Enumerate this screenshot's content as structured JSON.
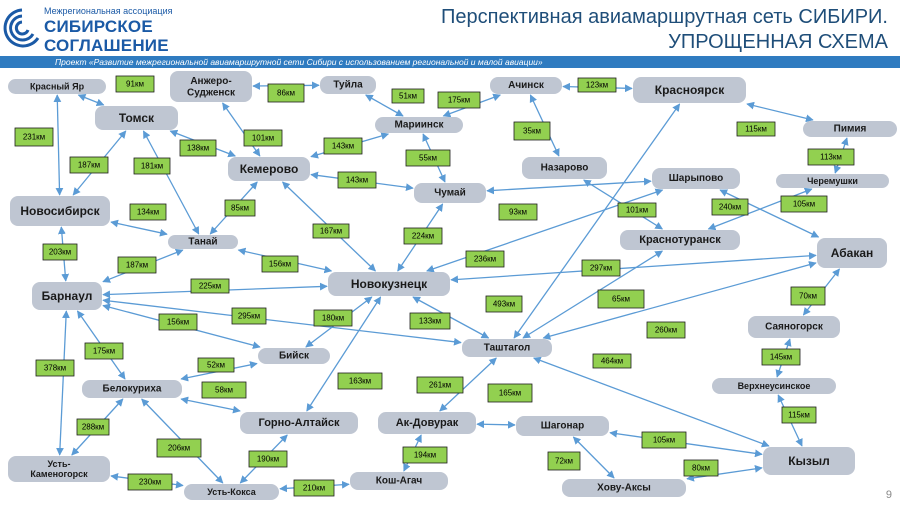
{
  "header": {
    "org_small": "Межрегиональная ассоциация",
    "org_line1": "СИБИРСКОЕ",
    "org_line2": "СОГЛАШЕНИЕ",
    "title_line1": "Перспективная авиамаршрутная сеть СИБИРИ.",
    "title_line2": "УПРОЩЕННАЯ СХЕМА",
    "subtitle": "Проект «Развитие межрегиональной авиамаршрутной сети Сибири с использованием региональной и малой авиации»"
  },
  "page_number": "9",
  "colors": {
    "node_fill": "#bfc6d2",
    "label_fill": "#92d050",
    "edge": "#5b9bd5",
    "title": "#1f4e79",
    "brand": "#1b5aa6"
  },
  "nodes": [
    {
      "id": "krasny_yar",
      "label": "Красный Яр"
    },
    {
      "id": "tomsk",
      "label": "Томск"
    },
    {
      "id": "anzhero",
      "label": "Анжеро-\nСудженск"
    },
    {
      "id": "tuyla",
      "label": "Туйла"
    },
    {
      "id": "achinsk",
      "label": "Ачинск"
    },
    {
      "id": "krasnoyarsk",
      "label": "Красноярск"
    },
    {
      "id": "mariinsk",
      "label": "Мариинск"
    },
    {
      "id": "pimiya",
      "label": "Пимия"
    },
    {
      "id": "kemerovo",
      "label": "Кемерово"
    },
    {
      "id": "nazarovo",
      "label": "Назарово"
    },
    {
      "id": "cheremushki",
      "label": "Черемушки"
    },
    {
      "id": "chumay",
      "label": "Чумай"
    },
    {
      "id": "sharypovo",
      "label": "Шарыпово"
    },
    {
      "id": "novosibirsk",
      "label": "Новосибирск"
    },
    {
      "id": "tanay",
      "label": "Танай"
    },
    {
      "id": "krasnoturansk",
      "label": "Краснотуранск"
    },
    {
      "id": "abakan",
      "label": "Абакан"
    },
    {
      "id": "novokuznetsk",
      "label": "Новокузнецк"
    },
    {
      "id": "barnaul",
      "label": "Барнаул"
    },
    {
      "id": "sayanogorsk",
      "label": "Саяногорск"
    },
    {
      "id": "tashtagol",
      "label": "Таштагол"
    },
    {
      "id": "biysk",
      "label": "Бийск"
    },
    {
      "id": "belokurikha",
      "label": "Белокуриха"
    },
    {
      "id": "verkhneusinskoe",
      "label": "Верхнеусинское"
    },
    {
      "id": "gorno_altaysk",
      "label": "Горно-Алтайск"
    },
    {
      "id": "ak_dovurak",
      "label": "Ак-Довурак"
    },
    {
      "id": "shagonar",
      "label": "Шагонар"
    },
    {
      "id": "ust_kamenogorsk",
      "label": "Усть-\nКаменогорск"
    },
    {
      "id": "kyzyl",
      "label": "Кызыл"
    },
    {
      "id": "kosh_agach",
      "label": "Кош-Агач"
    },
    {
      "id": "khovu_aksy",
      "label": "Хову-Аксы"
    },
    {
      "id": "ust_koksa",
      "label": "Усть-Кокса"
    }
  ],
  "edges": [
    {
      "from": "krasny_yar",
      "to": "tomsk",
      "label": "91км"
    },
    {
      "from": "krasny_yar",
      "to": "novosibirsk",
      "label": "231км"
    },
    {
      "from": "tomsk",
      "to": "novosibirsk",
      "label": "187км"
    },
    {
      "from": "tomsk",
      "to": "tanay",
      "label": "181км"
    },
    {
      "from": "tomsk",
      "to": "kemerovo",
      "label": "138км"
    },
    {
      "from": "anzhero",
      "to": "tuyla",
      "label": "86км"
    },
    {
      "from": "anzhero",
      "to": "kemerovo",
      "label": "101км"
    },
    {
      "from": "tuyla",
      "to": "mariinsk",
      "label": "51км"
    },
    {
      "from": "mariinsk",
      "to": "achinsk",
      "label": "175км"
    },
    {
      "from": "achinsk",
      "to": "krasnoyarsk",
      "label": "123км"
    },
    {
      "from": "achinsk",
      "to": "nazarovo",
      "label": "35км"
    },
    {
      "from": "krasnoyarsk",
      "to": "pimiya",
      "label": "115км"
    },
    {
      "from": "pimiya",
      "to": "cheremushki",
      "label": "113км"
    },
    {
      "from": "kemerovo",
      "to": "mariinsk",
      "label": "143км"
    },
    {
      "from": "kemerovo",
      "to": "chumay",
      "label": "143км"
    },
    {
      "from": "mariinsk",
      "to": "chumay",
      "label": "55км"
    },
    {
      "from": "chumay",
      "to": "sharypovo",
      "label": "93км"
    },
    {
      "from": "nazarovo",
      "to": "krasnoturansk",
      "label": "101км"
    },
    {
      "from": "sharypovo",
      "to": "abakan",
      "label": "240км"
    },
    {
      "from": "krasnoturansk",
      "to": "cheremushki",
      "label": "105км"
    },
    {
      "from": "kemerovo",
      "to": "tanay",
      "label": "85км"
    },
    {
      "from": "kemerovo",
      "to": "novokuznetsk",
      "label": "167км"
    },
    {
      "from": "novosibirsk",
      "to": "tanay",
      "label": "134км"
    },
    {
      "from": "novosibirsk",
      "to": "barnaul",
      "label": "203км"
    },
    {
      "from": "tanay",
      "to": "barnaul",
      "label": "187км"
    },
    {
      "from": "tanay",
      "to": "novokuznetsk",
      "label": "156км"
    },
    {
      "from": "chumay",
      "to": "novokuznetsk",
      "label": "224км"
    },
    {
      "from": "novokuznetsk",
      "to": "sharypovo",
      "label": "236км"
    },
    {
      "from": "novokuznetsk",
      "to": "abakan",
      "label": "297км"
    },
    {
      "from": "barnaul",
      "to": "novokuznetsk",
      "label": "225км"
    },
    {
      "from": "barnaul",
      "to": "biysk",
      "label": "156км"
    },
    {
      "from": "barnaul",
      "to": "tashtagol",
      "label": "295км"
    },
    {
      "from": "novokuznetsk",
      "to": "biysk",
      "label": "180км"
    },
    {
      "from": "novokuznetsk",
      "to": "tashtagol",
      "label": "133км"
    },
    {
      "from": "tashtagol",
      "to": "krasnoyarsk",
      "label": "493км"
    },
    {
      "from": "tashtagol",
      "to": "krasnoturansk",
      "label": "65км"
    },
    {
      "from": "tashtagol",
      "to": "abakan",
      "label": "260км"
    },
    {
      "from": "tashtagol",
      "to": "kyzyl",
      "label": "464км"
    },
    {
      "from": "abakan",
      "to": "sayanogorsk",
      "label": "70км"
    },
    {
      "from": "sayanogorsk",
      "to": "verkhneusinskoe",
      "label": "145км"
    },
    {
      "from": "verkhneusinskoe",
      "to": "kyzyl",
      "label": "115км"
    },
    {
      "from": "barnaul",
      "to": "belokurikha",
      "label": "175км"
    },
    {
      "from": "barnaul",
      "to": "ust_kamenogorsk",
      "label": "378км"
    },
    {
      "from": "belokurikha",
      "to": "biysk",
      "label": "52км"
    },
    {
      "from": "belokurikha",
      "to": "gorno_altaysk",
      "label": "58км"
    },
    {
      "from": "belokurikha",
      "to": "ust_kamenogorsk",
      "label": "288км"
    },
    {
      "from": "belokurikha",
      "to": "ust_koksa",
      "label": "206км"
    },
    {
      "from": "gorno_altaysk",
      "to": "novokuznetsk",
      "label": "163км"
    },
    {
      "from": "gorno_altaysk",
      "to": "ust_koksa",
      "label": "190км"
    },
    {
      "from": "ak_dovurak",
      "to": "tashtagol",
      "label": "261км"
    },
    {
      "from": "ak_dovurak",
      "to": "shagonar",
      "label": "165км"
    },
    {
      "from": "ak_dovurak",
      "to": "kosh_agach",
      "label": "194км"
    },
    {
      "from": "shagonar",
      "to": "kyzyl",
      "label": "105км"
    },
    {
      "from": "shagonar",
      "to": "khovu_aksy",
      "label": "72км"
    },
    {
      "from": "khovu_aksy",
      "to": "kyzyl",
      "label": "80км"
    },
    {
      "from": "ust_kamenogorsk",
      "to": "ust_koksa",
      "label": "230км"
    },
    {
      "from": "ust_koksa",
      "to": "kosh_agach",
      "label": "210км"
    }
  ]
}
